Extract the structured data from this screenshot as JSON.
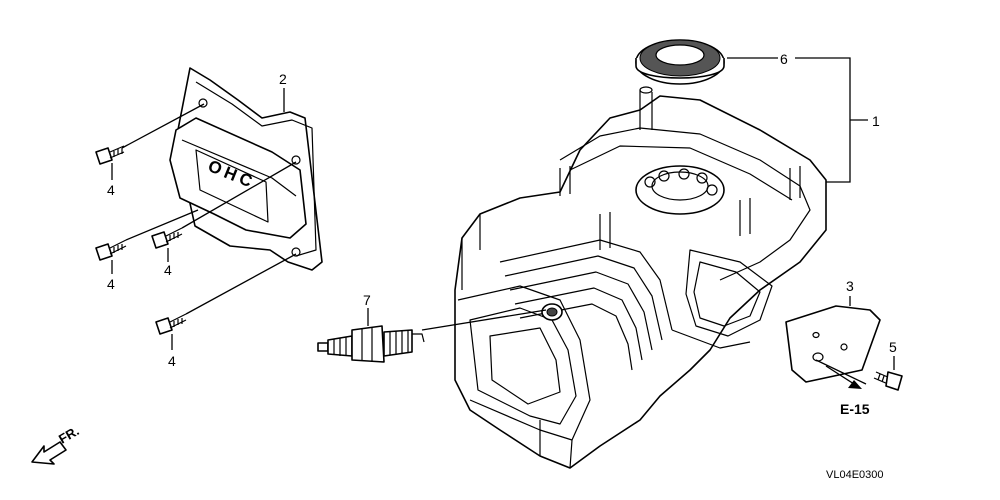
{
  "diagram": {
    "callouts": {
      "c1": "1",
      "c2": "2",
      "c3": "3",
      "c4a": "4",
      "c4b": "4",
      "c4c": "4",
      "c4d": "4",
      "c5": "5",
      "c6": "6",
      "c7": "7"
    },
    "cover_emblem": "OHC",
    "ref_label": "E-15",
    "direction_label": "FR.",
    "drawing_code": "VL04E0300"
  }
}
